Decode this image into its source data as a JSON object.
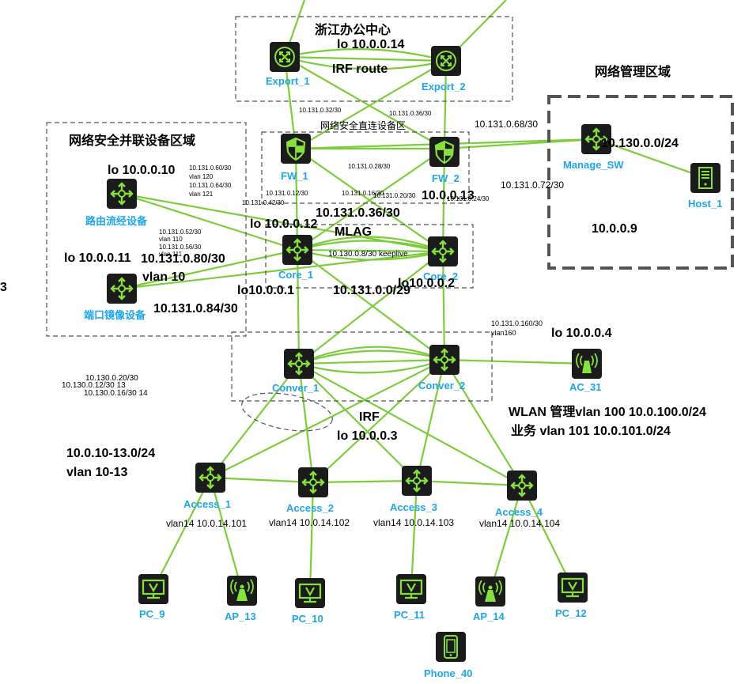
{
  "zones": {
    "zhejiang": "浙江办公中心",
    "mgmt": "网络管理区域",
    "security_parallel": "网络安全并联设备区域",
    "security_direct": "网络安全直连设备区"
  },
  "devices": {
    "export1": "Export_1",
    "export2": "Export_2",
    "fw1": "FW_1",
    "fw2": "FW_2",
    "manage_sw": "Manage_SW",
    "host1": "Host_1",
    "router_drain": "路由流经设备",
    "mirror": "端口镜像设备",
    "core1": "Core_1",
    "core2": "Core_2",
    "conver1": "Conver_1",
    "conver2": "Conver_2",
    "ac31": "AC_31",
    "access1": "Access_1",
    "access2": "Access_2",
    "access3": "Access_3",
    "access4": "Access_4",
    "pc9": "PC_9",
    "ap13": "AP_13",
    "pc10": "PC_10",
    "pc11": "PC_11",
    "ap14": "AP_14",
    "pc12": "PC_12",
    "phone40": "Phone_40"
  },
  "labels": {
    "lo_export": "lo 10.0.0.14",
    "irf_route": "IRF route",
    "net_68": "10.131.0.68/30",
    "net_130": "10.130.0.0/24",
    "net_72": "10.131.0.72/30",
    "lo_mgmt": "10.0.0.9",
    "net_32": "10.131.0.32/30",
    "net_36s": "10.131.0.36/30",
    "net_28": "10.131.0.28/30",
    "net_12": "10.131.0.12/30",
    "net_16": "10.131.0.16/30",
    "net_20": "10.131.0.20/30",
    "net_24": "10.131.0.24/30",
    "net_40": "10.131.0.42/30",
    "lo_fw": "10.0.0.13",
    "lo_router": "lo 10.0.0.10",
    "net_60": "10.131.0.60/30",
    "vlan120": "vlan 120",
    "net_64": "10.131.0.64/30",
    "vlan121": "vlan 121",
    "net_36b": "10.131.0.36/30",
    "lo_core1": "lo 10.0.0.12",
    "mlag": "MLAG",
    "net_52": "10.131.0.52/30",
    "vlan110": "vlan 110",
    "net_56": "10.131.0.56/30",
    "vlan111": "vlan 111",
    "lo_mirror": "lo 10.0.0.11",
    "net_80": "10.131.0.80/30",
    "vlan10": "vlan 10",
    "keepalive": "10.130.0.8/30 keeplive",
    "net_84": "10.131.0.84/30",
    "lo_core_a": "lo10.0.0.1",
    "net_029": "10.131.0.0/29",
    "lo_core_b": "lo10.0.0.2",
    "net_160": "10.131.0.160/30",
    "vlan160": "vlan160",
    "lo_ac": "lo 10.0.0.4",
    "net_20b": "10.130.0.20/30",
    "net_12b": "10.130.0.12/30 13",
    "net_16b": "10.130.0.16/30 14",
    "wlan_mgmt": "WLAN 管理vlan 100 10.0.100.0/24",
    "wlan_biz": "业务 vlan 101 10.0.101.0/24",
    "irf": "IRF",
    "lo_conver": "lo 10.0.0.3",
    "access_net": "10.0.10-13.0/24",
    "access_vlan": "vlan 10-13",
    "acc1_vlan": "vlan14 10.0.14.101",
    "acc2_vlan": "vlan14 10.0.14.102",
    "acc3_vlan": "vlan14 10.0.14.103",
    "acc4_vlan": "vlan14 10.0.14.104",
    "edge": "3"
  }
}
